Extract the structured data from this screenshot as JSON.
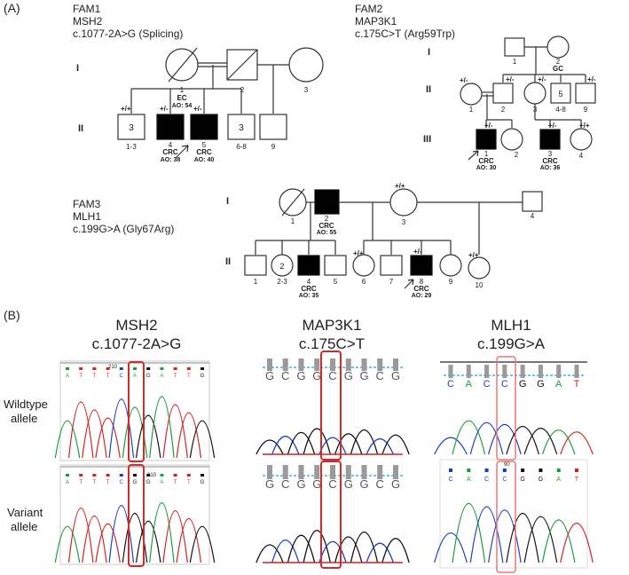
{
  "panel_a_label": "(A)",
  "panel_b_label": "(B)",
  "fam1": {
    "title": "FAM1",
    "gene": "MSH2",
    "variant": "c.1077-2A>G (Splicing)",
    "gen_I": "I",
    "gen_II": "II",
    "ind_I1": {
      "id": "1",
      "dx": "EC",
      "ao": "AO: 54"
    },
    "ind_I2": {
      "id": "2"
    },
    "ind_I3": {
      "id": "3"
    },
    "ind_II1": {
      "count": "3",
      "range": "1-3",
      "geno": "+/+"
    },
    "ind_II4": {
      "id": "4",
      "dx": "CRC",
      "ao": "AO: 38",
      "geno": "+/-"
    },
    "ind_II5": {
      "id": "5",
      "dx": "CRC",
      "ao": "AO: 40",
      "geno": "+/-"
    },
    "ind_II6": {
      "count": "3",
      "range": "6-8"
    },
    "ind_II9": {
      "id": "9"
    }
  },
  "fam2": {
    "title": "FAM2",
    "gene": "MAP3K1",
    "variant": "c.175C>T (Arg59Trp)",
    "gen_I": "I",
    "gen_II": "II",
    "gen_III": "III",
    "ind_I1": {
      "id": "1"
    },
    "ind_I2": {
      "id": "2",
      "dx": "GC"
    },
    "ind_II1": {
      "id": "1",
      "geno": "+/-"
    },
    "ind_II2": {
      "id": "2",
      "geno": "+/-"
    },
    "ind_II3": {
      "id": "3",
      "geno": "+/-"
    },
    "ind_II5": {
      "count": "5",
      "range": "4-8"
    },
    "ind_II9": {
      "id": "9",
      "geno": "+/-"
    },
    "ind_III1": {
      "id": "1",
      "dx": "CRC",
      "ao": "AO: 30",
      "geno": "+/-"
    },
    "ind_III2": {
      "id": "2"
    },
    "ind_III3": {
      "id": "3",
      "dx": "CRC",
      "ao": "AO: 36",
      "geno": "+/-"
    },
    "ind_III4": {
      "id": "4",
      "geno": "+/+"
    }
  },
  "fam3": {
    "title": "FAM3",
    "gene": "MLH1",
    "variant": "c.199G>A (Gly67Arg)",
    "gen_I": "I",
    "gen_II": "II",
    "ind_I1": {
      "id": "1"
    },
    "ind_I2": {
      "id": "2",
      "dx": "CRC",
      "ao": "AO: 55"
    },
    "ind_I3": {
      "id": "3",
      "geno": "+/+"
    },
    "ind_I4": {
      "id": "4"
    },
    "ind_II1": {
      "id": "1"
    },
    "ind_II2": {
      "count": "2",
      "range": "2-3"
    },
    "ind_II4": {
      "id": "4",
      "dx": "CRC",
      "ao": "AO: 35"
    },
    "ind_II5": {
      "id": "5"
    },
    "ind_II6": {
      "id": "6",
      "geno": "+/+"
    },
    "ind_II7": {
      "id": "7"
    },
    "ind_II8": {
      "id": "8",
      "dx": "CRC",
      "ao": "AO: 29",
      "geno": "+/-"
    },
    "ind_II9": {
      "id": "9"
    },
    "ind_II10": {
      "id": "10",
      "geno": "+/+"
    }
  },
  "seq": {
    "row_wt": "Wildtype allele",
    "row_wt_l1": "Wildtype",
    "row_wt_l2": "allele",
    "row_var_l1": "Variant",
    "row_var_l2": "allele",
    "msh2": {
      "gene": "MSH2",
      "variant": "c.1077-2A>G",
      "wt_bases": [
        "A",
        "T",
        "T",
        "T",
        "C",
        "A",
        "G",
        "A",
        "T",
        "T",
        "G"
      ],
      "var_bases": [
        "A",
        "T",
        "T",
        "T",
        "C",
        "G",
        "G",
        "A",
        "T",
        "T",
        "G"
      ],
      "wt_pos": "210",
      "var_pos": "210"
    },
    "map3k1": {
      "gene": "MAP3K1",
      "variant": "c.175C>T",
      "wt_bases": [
        "G",
        "C",
        "G",
        "G",
        "C",
        "G",
        "G",
        "C",
        "G"
      ],
      "var_bases": [
        "G",
        "C",
        "G",
        "G",
        "C",
        "G",
        "G",
        "C",
        "G"
      ]
    },
    "mlh1": {
      "gene": "MLH1",
      "variant": "c.199G>A",
      "wt_bases": [
        "C",
        "A",
        "C",
        "C",
        "G",
        "G",
        "A",
        "T"
      ],
      "var_bases": [
        "C",
        "A",
        "C",
        "C",
        "G",
        "G",
        "A",
        "T"
      ],
      "var_pos": "90"
    }
  },
  "colors": {
    "A": "#1a9e3a",
    "C": "#1b3fc4",
    "G": "#111111",
    "T": "#d42020",
    "highlight": "#d42a2a",
    "dash": "#3cb8c8"
  }
}
